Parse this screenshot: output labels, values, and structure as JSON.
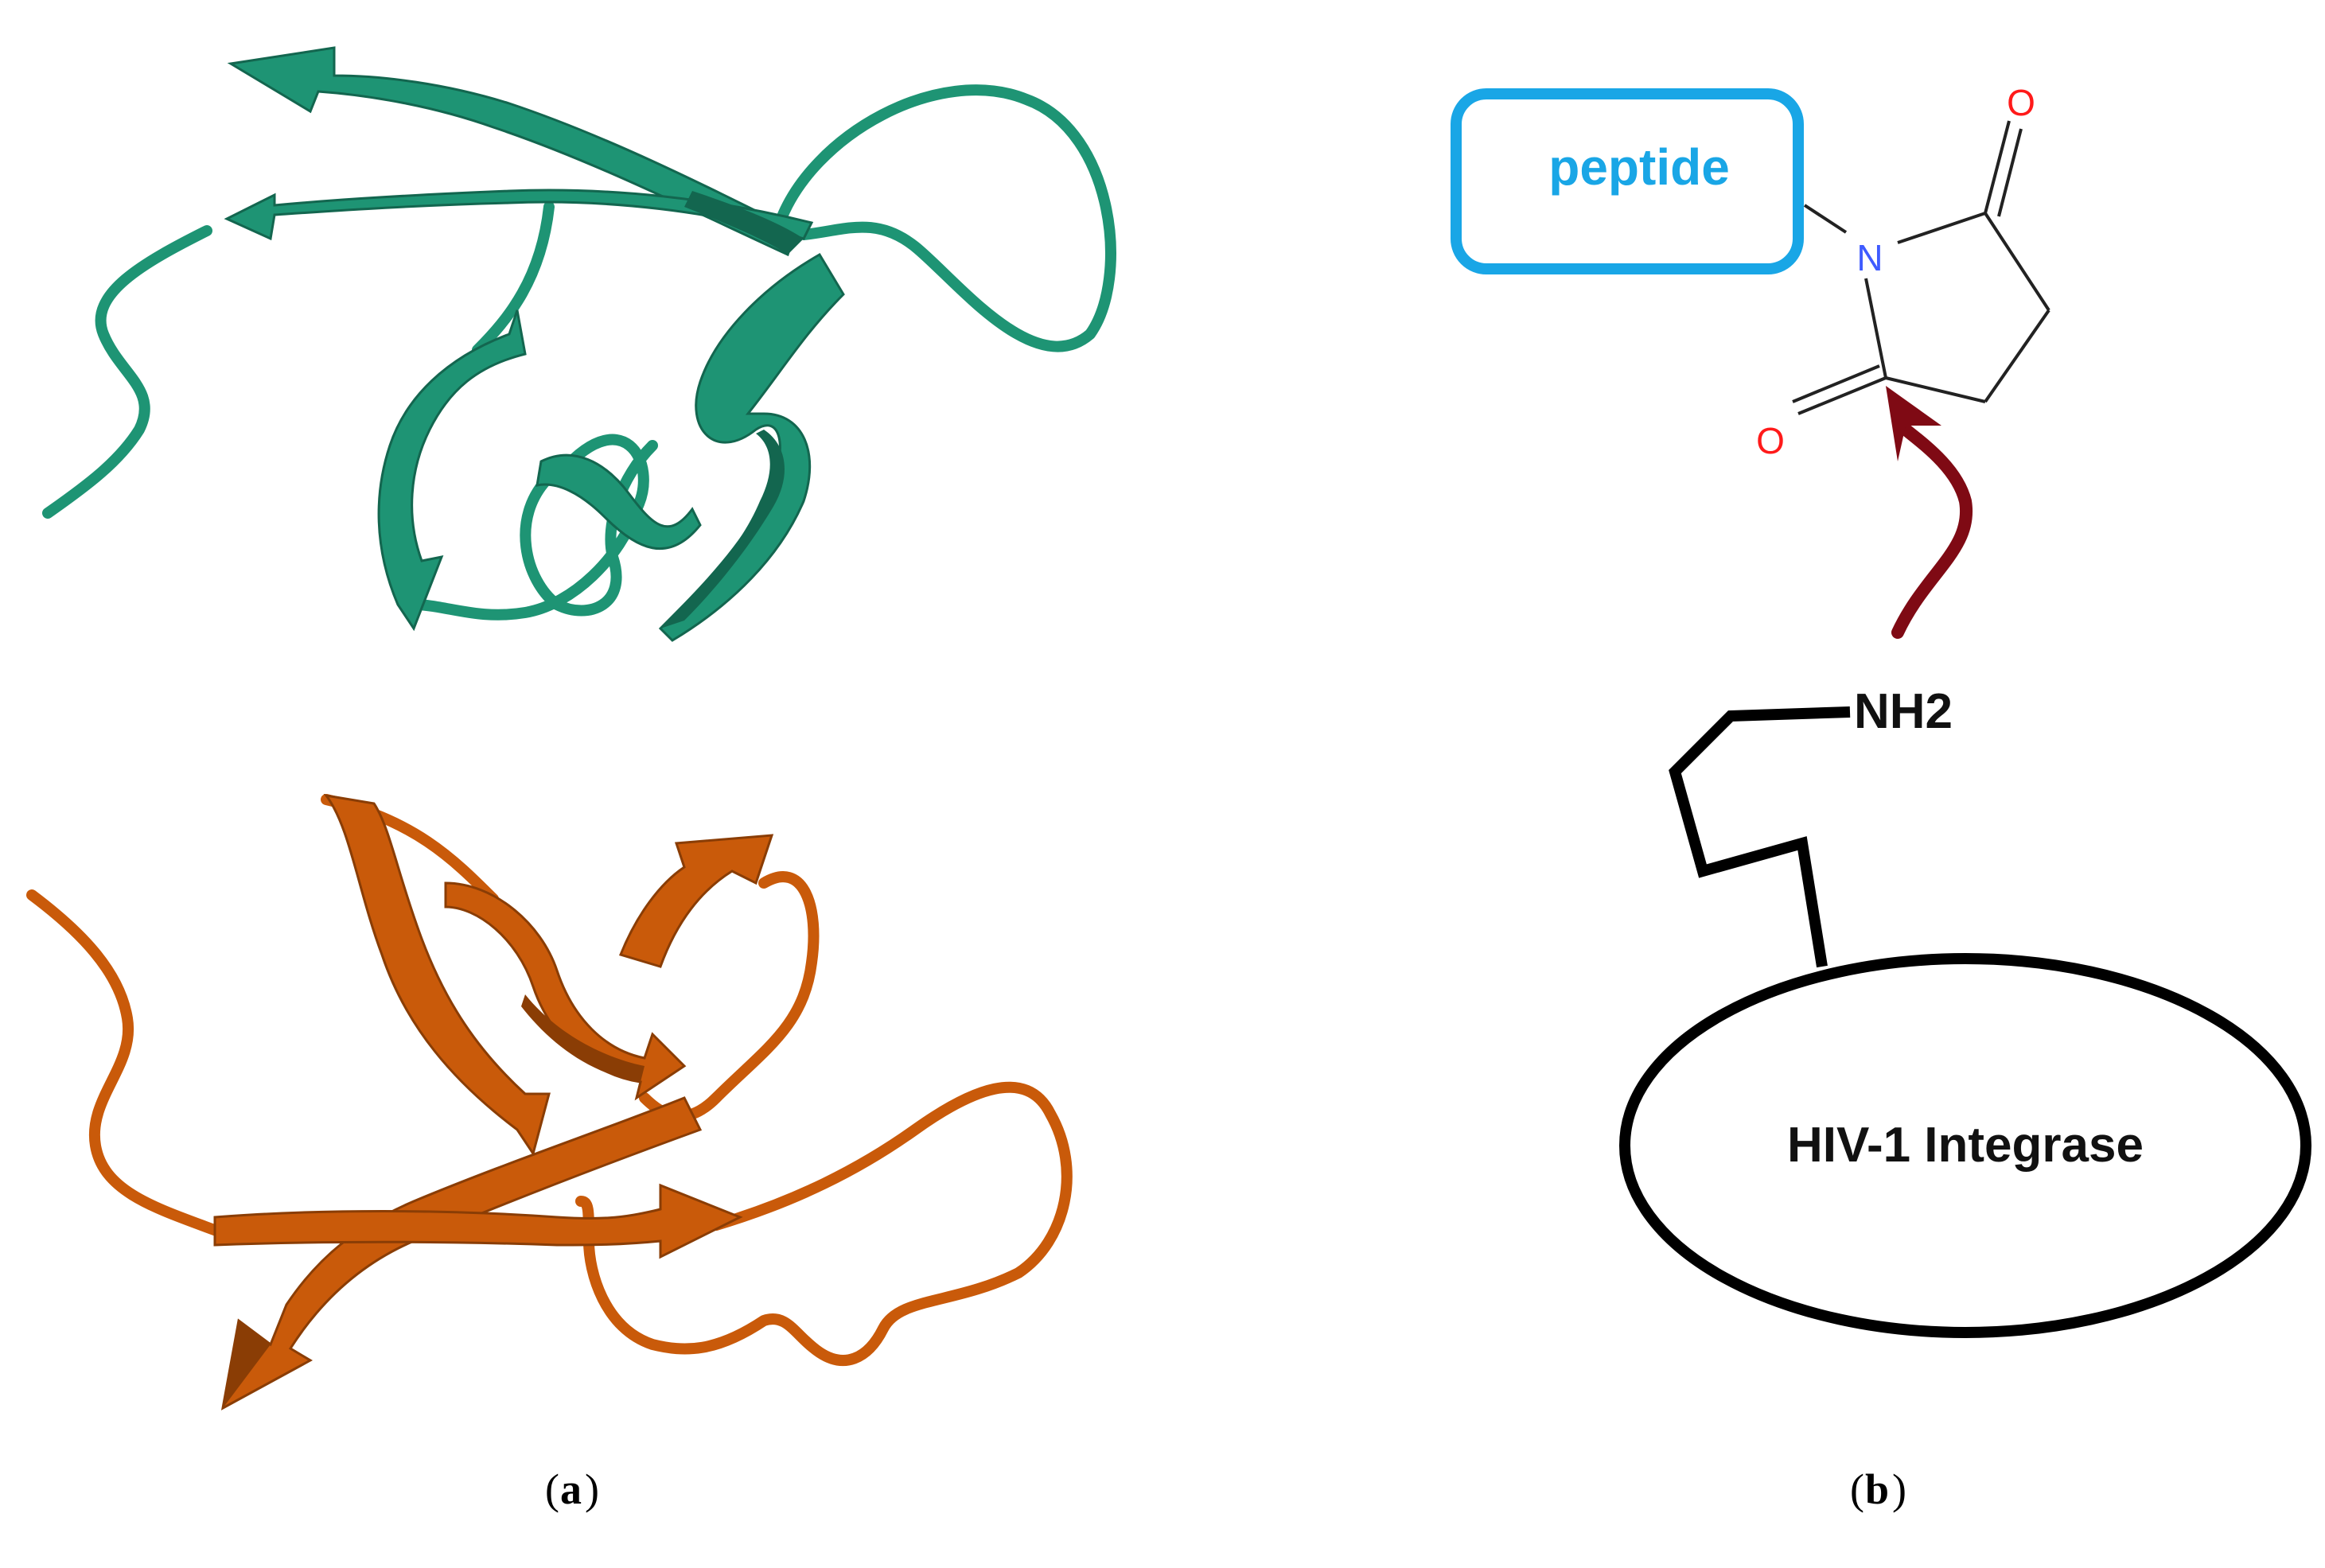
{
  "panel_a": {
    "caption_letter": "a",
    "structures": [
      {
        "color": "#1e9474",
        "shade": "#13664f"
      },
      {
        "color": "#c95a0a",
        "shade": "#8a3d05"
      }
    ]
  },
  "panel_b": {
    "caption_letter": "b",
    "peptide_label": "peptide",
    "nitrogen_label": "N",
    "oxygen_top_label": "O",
    "oxygen_bottom_label": "O",
    "amine_label": "NH2",
    "protein_label": "HIV-1 Integrase",
    "colors": {
      "peptide_box": "#19a6e6",
      "nitrogen": "#3f5bff",
      "oxygen": "#ff1a1a",
      "arrow": "#7f0a14",
      "bonds": "#222222",
      "protein": "#000000"
    }
  }
}
